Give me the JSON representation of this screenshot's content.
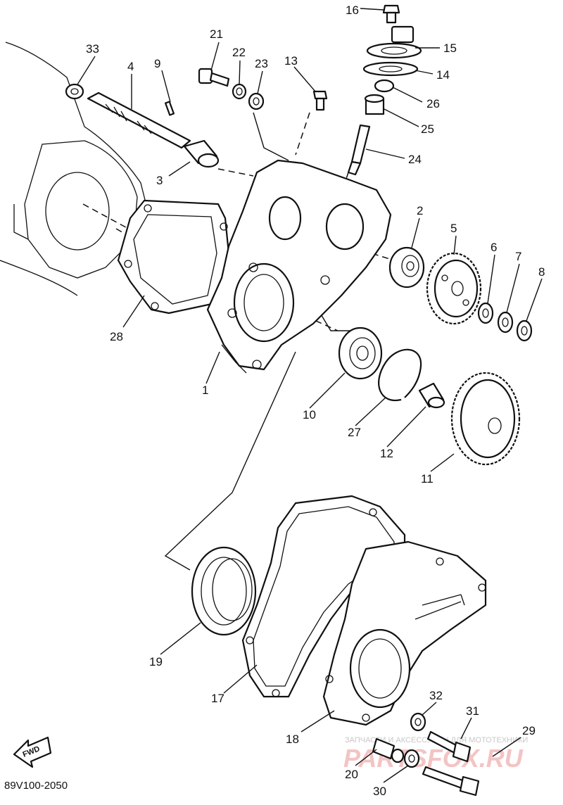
{
  "diagram_code": "89V100-2050",
  "fwd_label": "FWD",
  "watermark": {
    "brand": "PARTSFOX.RU",
    "tagline": "ЗАПЧАСТИ И АКСЕССУАРЫ ДЛЯ МОТОТЕХНИКИ"
  },
  "callouts": [
    {
      "id": "16",
      "label": "16"
    },
    {
      "id": "15",
      "label": "15"
    },
    {
      "id": "14",
      "label": "14"
    },
    {
      "id": "26",
      "label": "26"
    },
    {
      "id": "25",
      "label": "25"
    },
    {
      "id": "24",
      "label": "24"
    },
    {
      "id": "21",
      "label": "21"
    },
    {
      "id": "22",
      "label": "22"
    },
    {
      "id": "23",
      "label": "23"
    },
    {
      "id": "13",
      "label": "13"
    },
    {
      "id": "33",
      "label": "33"
    },
    {
      "id": "4",
      "label": "4"
    },
    {
      "id": "9",
      "label": "9"
    },
    {
      "id": "3",
      "label": "3"
    },
    {
      "id": "2",
      "label": "2"
    },
    {
      "id": "5",
      "label": "5"
    },
    {
      "id": "6",
      "label": "6"
    },
    {
      "id": "7",
      "label": "7"
    },
    {
      "id": "8",
      "label": "8"
    },
    {
      "id": "28",
      "label": "28"
    },
    {
      "id": "1",
      "label": "1"
    },
    {
      "id": "10",
      "label": "10"
    },
    {
      "id": "27",
      "label": "27"
    },
    {
      "id": "12",
      "label": "12"
    },
    {
      "id": "11",
      "label": "11"
    },
    {
      "id": "19",
      "label": "19"
    },
    {
      "id": "17",
      "label": "17"
    },
    {
      "id": "18",
      "label": "18"
    },
    {
      "id": "32",
      "label": "32"
    },
    {
      "id": "31",
      "label": "31"
    },
    {
      "id": "29",
      "label": "29"
    },
    {
      "id": "20",
      "label": "20"
    },
    {
      "id": "30",
      "label": "30"
    }
  ]
}
